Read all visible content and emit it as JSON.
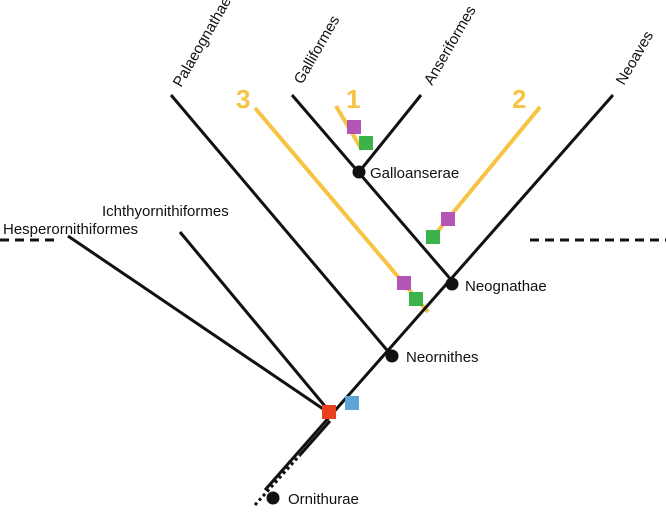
{
  "taxa": {
    "hesperornithiformes": "Hesperornithiformes",
    "ichthyornithiformes": "Ichthyornithiformes",
    "palaeognathae": "Palaeognathae",
    "galliformes": "Galliformes",
    "anseriformes": "Anseriformes",
    "neoaves": "Neoaves"
  },
  "nodes": {
    "galloanserae": "Galloanserae",
    "neognathae": "Neognathae",
    "neornithes": "Neornithes",
    "ornithurae": "Ornithurae"
  },
  "markers": {
    "one": "1",
    "two": "2",
    "three": "3"
  },
  "colors": {
    "branch": "#111111",
    "lineage_highlight": "#f6c343",
    "purple_marker": "#b455b6",
    "green_marker": "#3bb34a",
    "red_marker": "#e8401c",
    "blue_marker": "#5fa4d6",
    "node": "#111111"
  }
}
